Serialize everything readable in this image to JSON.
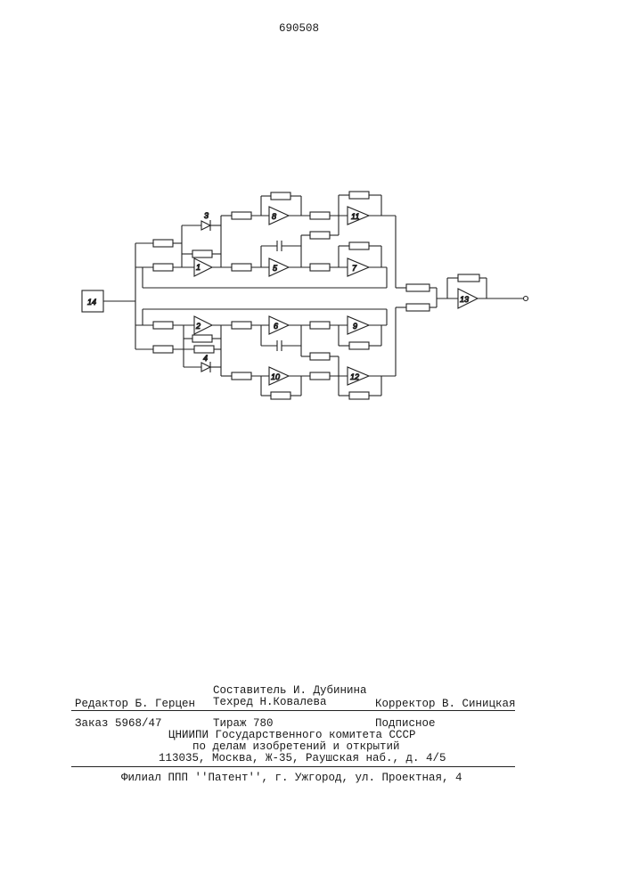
{
  "header": {
    "patent_number": "690508"
  },
  "diagram": {
    "block_labels": [
      "1",
      "2",
      "3",
      "4",
      "5",
      "6",
      "7",
      "8",
      "9",
      "10",
      "11",
      "12",
      "13",
      "14"
    ]
  },
  "footer": {
    "editor": "Редактор Б. Герцен",
    "compiler": "Составитель И. Дубинина",
    "techred": "Техред Н.Ковалева",
    "corrector": "Корректор В. Синицкая",
    "order": "Заказ 5968/47",
    "circulation": "Тираж 780",
    "subscription": "Подписное",
    "org_line1": "ЦНИИПИ Государственного комитета СССР",
    "org_line2": "по делам изобретений и открытий",
    "address": "113035, Москва, Ж-35, Раушская наб., д. 4/5",
    "branch": "Филиал ППП ''Патент'', г. Ужгород, ул. Проектная, 4"
  }
}
